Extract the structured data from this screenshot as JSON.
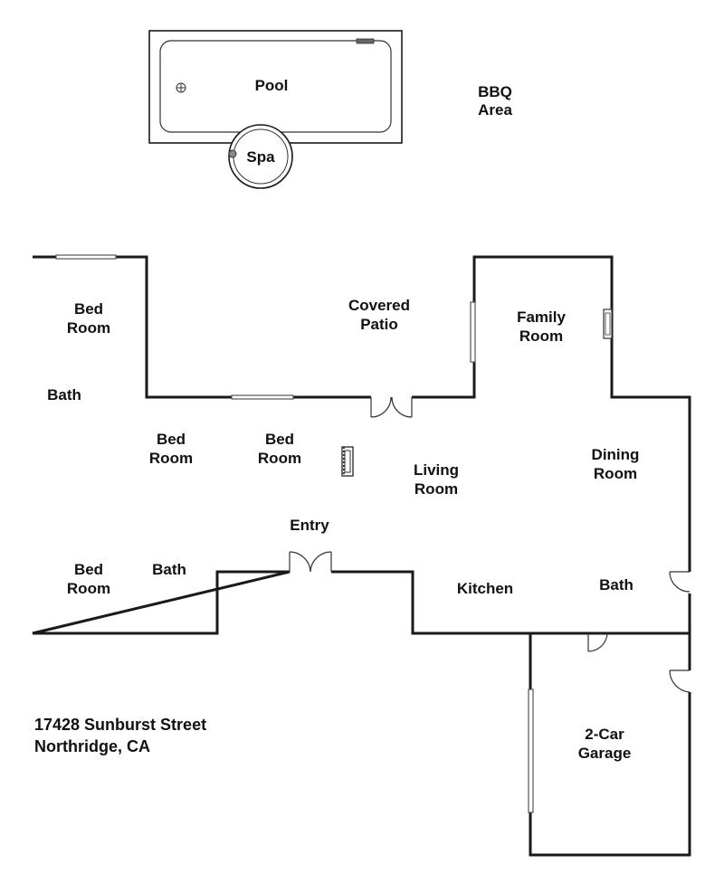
{
  "labels": {
    "pool": "Pool",
    "spa": "Spa",
    "bbq": [
      "BBQ",
      "Area"
    ],
    "covered_patio": [
      "Covered",
      "Patio"
    ],
    "family_room": [
      "Family",
      "Room"
    ],
    "bed_room_nw": [
      "Bed",
      "Room"
    ],
    "bath_w": "Bath",
    "bed_room_mid_1": [
      "Bed",
      "Room"
    ],
    "bed_room_mid_2": [
      "Bed",
      "Room"
    ],
    "living_room": [
      "Living",
      "Room"
    ],
    "dining_room": [
      "Dining",
      "Room"
    ],
    "entry": "Entry",
    "bed_room_sw": [
      "Bed",
      "Room"
    ],
    "bath_sw": "Bath",
    "kitchen": "Kitchen",
    "bath_e": "Bath",
    "garage": [
      "2-Car",
      "Garage"
    ]
  },
  "address": {
    "line1": "17428 Sunburst Street",
    "line2": "Northridge, CA"
  }
}
